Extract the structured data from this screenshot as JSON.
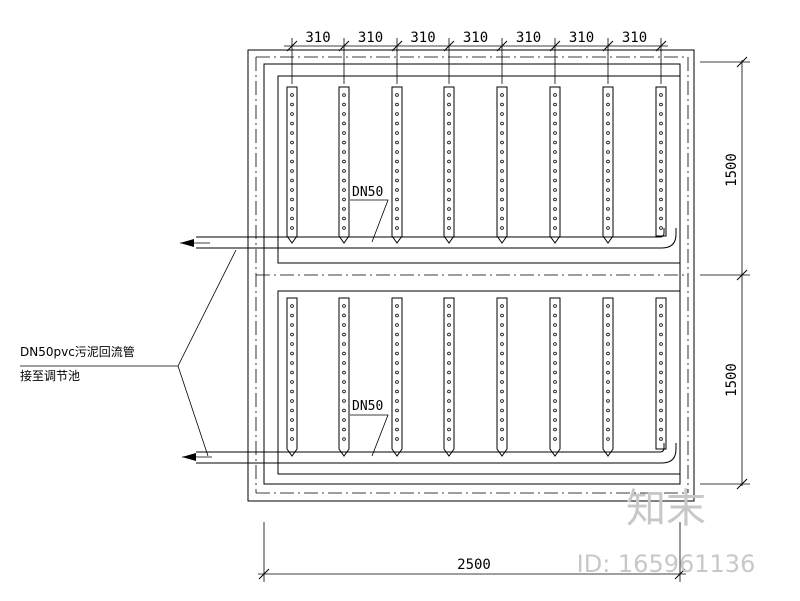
{
  "dimensions": {
    "top_spacing": [
      "310",
      "310",
      "310",
      "310",
      "310",
      "310",
      "310"
    ],
    "right_upper": "1500",
    "right_lower": "1500",
    "bottom_width": "2500"
  },
  "labels": {
    "pipe_upper": "DN50",
    "pipe_lower": "DN50",
    "return_line_1": "DN50pvc污泥回流管",
    "return_line_2": "接至调节池"
  },
  "watermark": {
    "brand": "知末",
    "id": "ID: 165961136"
  },
  "colors": {
    "line": "#000000",
    "watermark": "#c8c8c8"
  }
}
